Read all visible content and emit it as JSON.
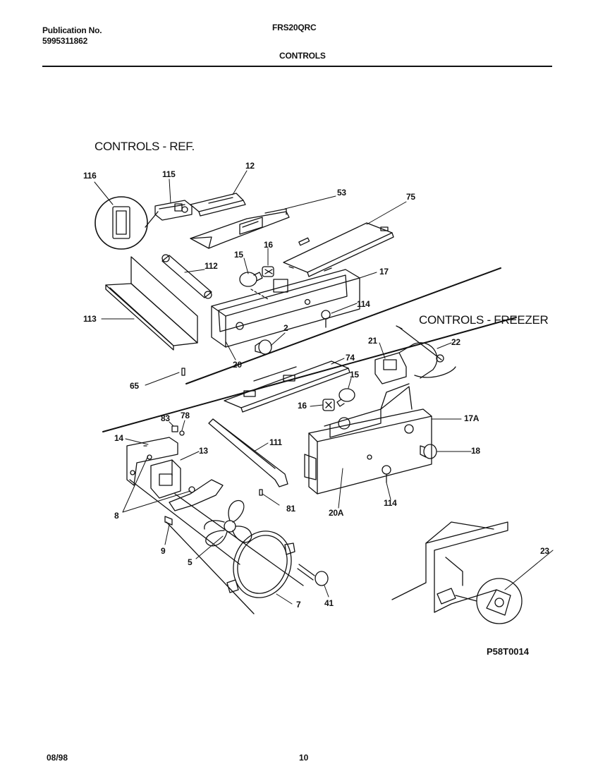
{
  "header": {
    "publication_label": "Publication No.",
    "publication_number": "5995311862",
    "model": "FRS20QRC",
    "section": "CONTROLS"
  },
  "titles": {
    "ref": "CONTROLS  -  REF.",
    "freezer": "CONTROLS  -  FREEZER"
  },
  "part_labels": {
    "p116": "116",
    "p115": "115",
    "p12": "12",
    "p53": "53",
    "p75": "75",
    "p112": "112",
    "p15": "15",
    "p16": "16",
    "p17": "17",
    "p113": "113",
    "p114": "114",
    "p2": "2",
    "p20": "20",
    "p65": "65",
    "p74": "74",
    "p21": "21",
    "p22": "22",
    "p15b": "15",
    "p16b": "16",
    "p83": "83",
    "p78": "78",
    "p17a": "17A",
    "p14": "14",
    "p111": "111",
    "p13": "13",
    "p18": "18",
    "p8": "8",
    "p81": "81",
    "p20a": "20A",
    "p114b": "114",
    "p9": "9",
    "p5": "5",
    "p23": "23",
    "p41": "41",
    "p7": "7"
  },
  "figure_number": "P58T0014",
  "footer": {
    "date": "08/98",
    "page": "10"
  }
}
